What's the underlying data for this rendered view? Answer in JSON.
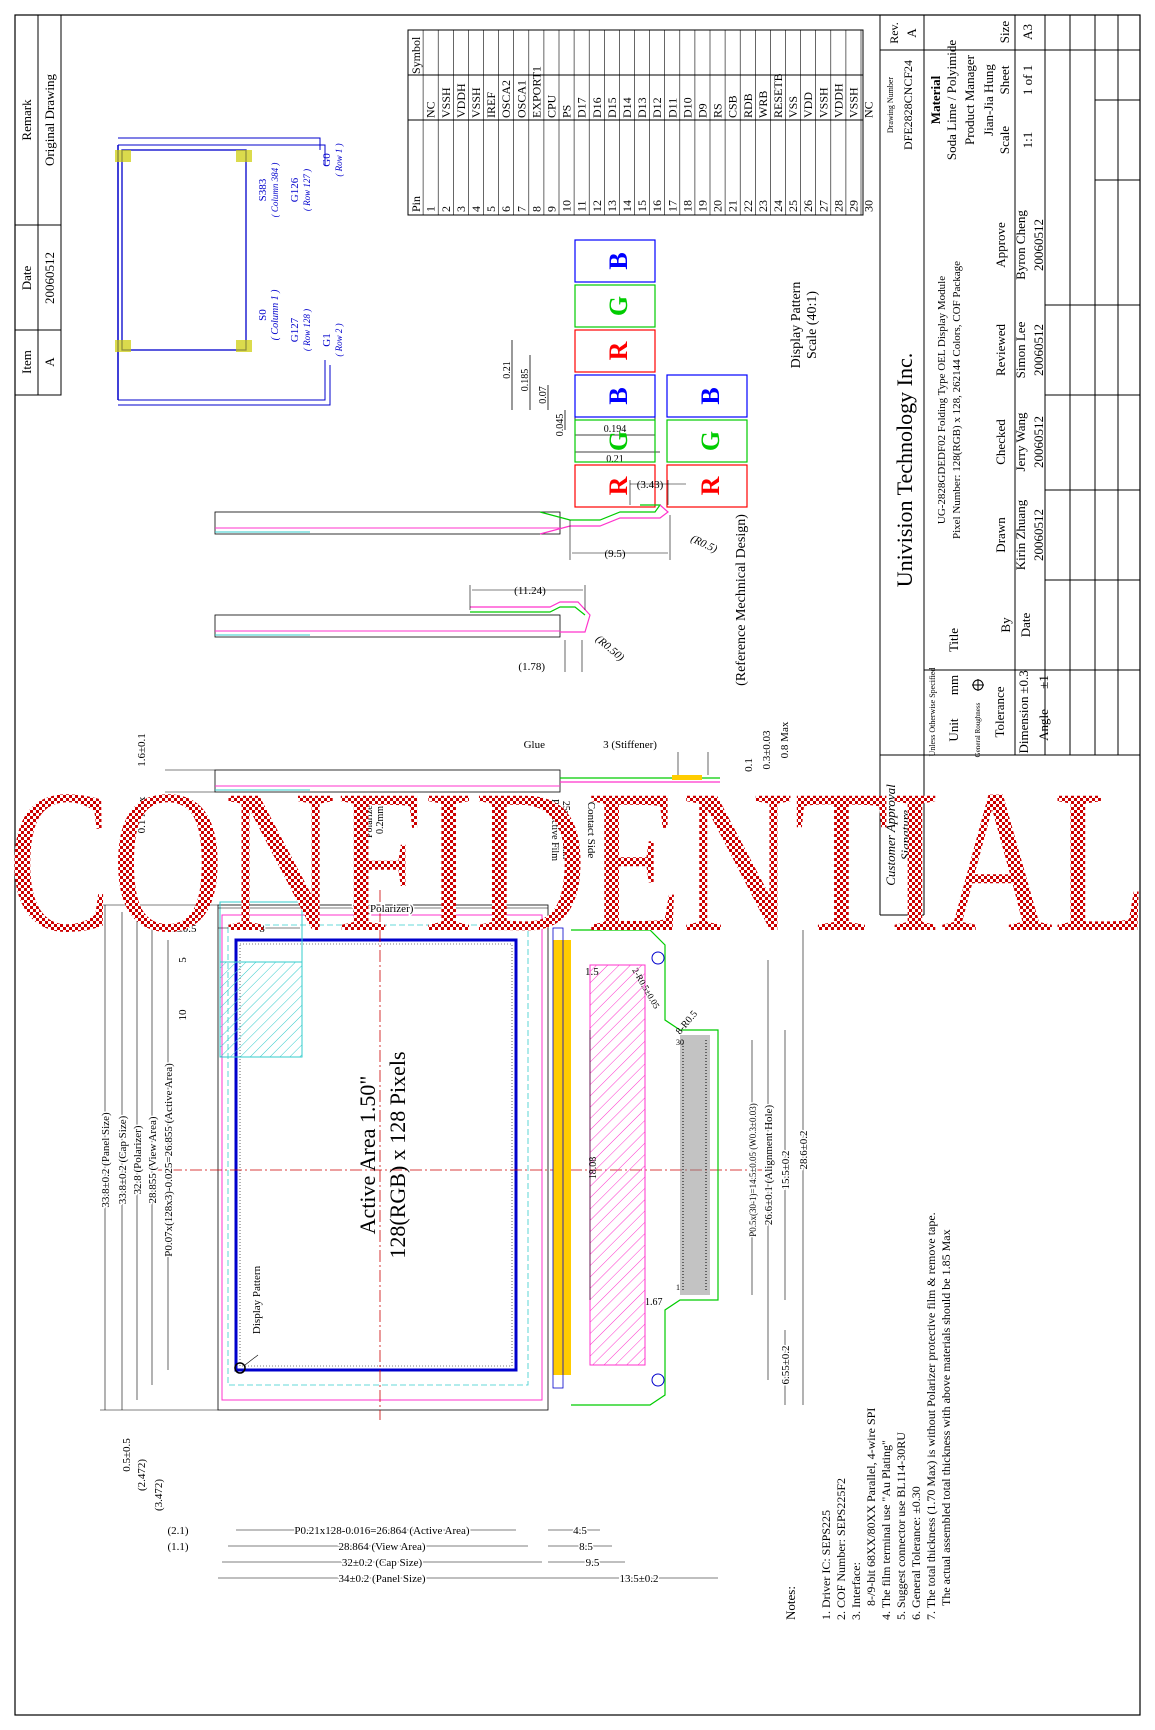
{
  "revision_table": {
    "headers": [
      "Item",
      "Date",
      "Remark"
    ],
    "row": [
      "A",
      "20060512",
      "Original Drawing"
    ]
  },
  "pin_table": {
    "headers": [
      "Pin",
      "Symbol"
    ],
    "rows": [
      [
        "1",
        "NC"
      ],
      [
        "2",
        "VSSH"
      ],
      [
        "3",
        "VDDH"
      ],
      [
        "4",
        "VSSH"
      ],
      [
        "5",
        "IREF"
      ],
      [
        "6",
        "OSCA2"
      ],
      [
        "7",
        "OSCA1"
      ],
      [
        "8",
        "EXPORT1"
      ],
      [
        "9",
        "CPU"
      ],
      [
        "10",
        "PS"
      ],
      [
        "11",
        "D17"
      ],
      [
        "12",
        "D16"
      ],
      [
        "13",
        "D15"
      ],
      [
        "14",
        "D14"
      ],
      [
        "15",
        "D13"
      ],
      [
        "16",
        "D12"
      ],
      [
        "17",
        "D11"
      ],
      [
        "18",
        "D10"
      ],
      [
        "19",
        "D9"
      ],
      [
        "20",
        "RS"
      ],
      [
        "21",
        "CSB"
      ],
      [
        "22",
        "RDB"
      ],
      [
        "23",
        "WRB"
      ],
      [
        "24",
        "RESETB"
      ],
      [
        "25",
        "VSS"
      ],
      [
        "26",
        "VDD"
      ],
      [
        "27",
        "VSSH"
      ],
      [
        "28",
        "VDDH"
      ],
      [
        "29",
        "VSSH"
      ],
      [
        "30",
        "NC"
      ]
    ]
  },
  "pixel_map": {
    "s383": "S383",
    "column384": "( Column 384 )",
    "g126": "G126",
    "row127": "( Row 127 )",
    "g0": "G0",
    "row1": "( Row 1 )",
    "s0": "S0",
    "column1": "( Column 1 )",
    "g127": "G127",
    "row128": "( Row 128 )",
    "g1": "G1",
    "row2": "( Row 2 )"
  },
  "display_pattern": {
    "letters": [
      "R",
      "G",
      "B"
    ],
    "title": "Display Pattern",
    "scale": "Scale (40:1)",
    "dims": [
      "0.21",
      "0.185",
      "0.07",
      "0.045",
      "0.194",
      "0.21"
    ],
    "colors": {
      "R": "#ff0000",
      "G": "#00cc00",
      "B": "#0000ff"
    }
  },
  "mech": {
    "caption": "(Reference Mechnical Design)",
    "d343": "(3.43)",
    "r05": "(R0.5)",
    "d95": "(9.5)",
    "d1124": "(11.24)",
    "r050": "(R0.50)",
    "d178": "(1.78)"
  },
  "side_view": {
    "t16": "1.6±0.1",
    "t01max": "0.1 Max",
    "polarizer": "Polarizer",
    "polarizer_t": "0.2mm",
    "glue": "Glue",
    "stiffener": "3 (Stiffener)",
    "d01": "0.1",
    "d03": "0.3±0.03",
    "d08": "0.8 Max",
    "contact": "Contact Side",
    "pfilm": "Protective Film",
    "pfilm_t": "25um x 10mm"
  },
  "title_block": {
    "drawing_number_label": "Drawing Number",
    "drawing_number": "DFE2828CNCF24",
    "rev_label": "Rev.",
    "rev": "A",
    "material_label": "Material",
    "material": "Soda Lime / Polyimide",
    "pm_label": "Product Manager",
    "pm": "Jian-Jia Hung",
    "scale_label": "Scale",
    "scale": "1:1",
    "sheet_label": "Sheet",
    "sheet": "1 of 1",
    "size_label": "Size",
    "size": "A3",
    "company": "Univision Technology Inc.",
    "title_label": "Title",
    "title_line1": "UG-2828GDEDF02 Folding Type OEL Display Module",
    "title_line2": "Pixel Number: 128(RGB) x 128, 262144 Colors, COF Package",
    "by_label": "By",
    "date_label": "Date",
    "drawn_label": "Drawn",
    "drawn_by": "Kirin Zhuang",
    "drawn_date": "20060512",
    "checked_label": "Checked",
    "checked_by": "Jerry Wang",
    "checked_date": "20060512",
    "reviewed_label": "Reviewed",
    "reviewed_by": "Simon Lee",
    "reviewed_date": "20060512",
    "approve_label": "Approve",
    "approve_by": "Byron Cheng",
    "approve_date": "20060512",
    "unless": "Unless Otherwise Specified",
    "unit_label": "Unit",
    "unit": "mm",
    "roughness_label": "General Roughness",
    "tolerance_label": "Tolerance",
    "dimension_label": "Dimension",
    "dimension_tol": "±0.3",
    "angle_label": "Angle",
    "angle_tol": "±1",
    "customer_approval": "Customer Approval",
    "signature": "Signature"
  },
  "front_view": {
    "active_area": "Active Area 1.50\"",
    "pixels": "128(RGB) x 128 Pixels",
    "display_pattern": "Display Pattern",
    "d31": "31 (Polarizer)",
    "d05": "0.5±0.5",
    "d8": "8",
    "d5": "5",
    "d10": "10",
    "d15": "1.5",
    "r05x2": "2-R0.5±0.05",
    "r05x8": "8-R0.5",
    "d1808": "18.08",
    "d167": "1.67",
    "pin30": "30",
    "pin1": "1",
    "left_dims": [
      "33.8±0.2 (Panel Size)",
      "33.8±0.2 (Cap Size)",
      "32.8 (Polarizer)",
      "28.855 (View Area)",
      "P0.07x(128x3)-0.025=26.855 (Active Area)"
    ],
    "left_small": [
      "0.5±0.5",
      "(2.472)",
      "(3.472)"
    ],
    "bottom_dims": [
      "P0.21x128-0.016=26.864 (Active Area)",
      "28.864 (View Area)",
      "32±0.2 (Cap Size)",
      "34±0.2 (Panel Size)"
    ],
    "bottom_small": [
      "(2.1)",
      "(1.1)"
    ],
    "fpc_dims": [
      "4.5",
      "8.5",
      "9.5",
      "13.5±0.2"
    ],
    "right_dims": [
      "P0.5x(30-1)=14.5±0.05 (W0.3±0.03)",
      "26.6±0.1 (Alignment Hole)",
      "15.5±0.2",
      "28.6±0.2",
      "6.55±0.2"
    ]
  },
  "notes": {
    "title": "Notes:",
    "items": [
      "1. Driver IC: SEPS225",
      "2. COF Number: SEPS225F2",
      "3. Interface:",
      "8-/9-bit 68XX/80XX Parallel, 4-wire SPI",
      "4. The film terminal use \"Au Plating\"",
      "5. Suggest connector use BL114-30RU",
      "6. General Tolerance: ±0.30",
      "7. The total thickness (1.70 Max) is without Polarizer protective film & remove tape.",
      "The actual assembled total thickness with above materials should be 1.85 Max"
    ]
  },
  "watermark": "CONFIDENTIAL"
}
